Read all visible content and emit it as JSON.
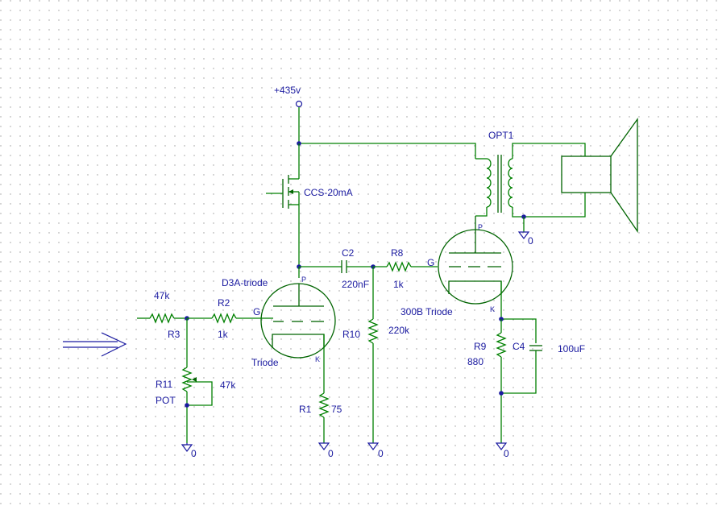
{
  "supply": {
    "label": "+435v"
  },
  "ccs": {
    "label": "CCS-20mA"
  },
  "opt": {
    "label": "OPT1"
  },
  "c2": {
    "name": "C2",
    "value": "220nF"
  },
  "r8": {
    "name": "R8",
    "value": "1k"
  },
  "d3a": {
    "name": "D3A-triode",
    "type": "Triode",
    "grid": "G",
    "plate": "P",
    "cathode": "K"
  },
  "b300": {
    "name": "300B Triode",
    "grid": "G",
    "plate": "P",
    "cathode": "K"
  },
  "r3": {
    "name": "R3",
    "value": "47k"
  },
  "r2": {
    "name": "R2",
    "value": "1k"
  },
  "r11": {
    "name": "R11",
    "type": "POT",
    "value": "47k"
  },
  "r10": {
    "name": "R10",
    "value": "220k"
  },
  "r1": {
    "name": "R1",
    "value": "75"
  },
  "r9": {
    "name": "R9",
    "value": "880"
  },
  "c4": {
    "name": "C4",
    "value": "100uF"
  },
  "ground": {
    "label": "0"
  }
}
